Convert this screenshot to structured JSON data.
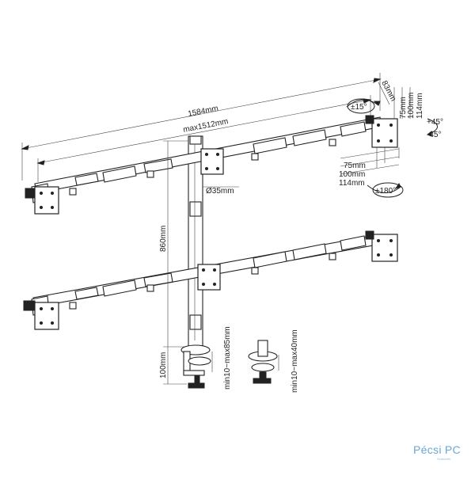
{
  "diagram": {
    "dimensions": {
      "total_width": "1584mm",
      "max_width": "max1512mm",
      "arm_depth": "83mm",
      "vesa_75_top": "75mm",
      "vesa_100_top": "100mm",
      "vesa_114_top": "114mm",
      "vesa_75_bottom": "75mm",
      "vesa_100_bottom": "100mm",
      "vesa_114_bottom": "114mm",
      "pole_diameter": "Ø35mm",
      "pole_height": "860mm",
      "clamp_height": "100mm",
      "clamp_range": "min10~max85mm",
      "grommet_range": "min10~max40mm"
    },
    "rotations": {
      "tilt": "±15°",
      "swivel_plus": "+45°",
      "swivel_minus": "-45°",
      "rotate": "±180°"
    }
  },
  "brand": {
    "name": "Pécsi PC",
    "tagline": "Szaküzlet"
  }
}
